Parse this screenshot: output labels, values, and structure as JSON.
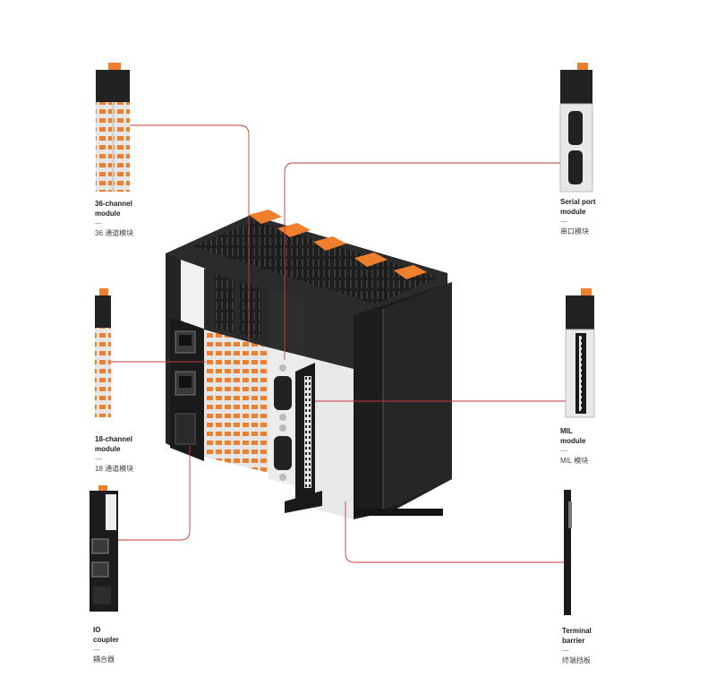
{
  "accent_color": "#c43a3a",
  "modules": [
    {
      "id": "ch36",
      "en": "36-channel\nmodule",
      "dash": "—",
      "zh": "36 通道模块"
    },
    {
      "id": "ch18",
      "en": "18-channel\nmodule",
      "dash": "—",
      "zh": "18 通道模块"
    },
    {
      "id": "io",
      "en": "IO\ncoupler",
      "dash": "—",
      "zh": "耦合器"
    },
    {
      "id": "serial",
      "en": "Serial port\nmodule",
      "dash": "—",
      "zh": "串口模块"
    },
    {
      "id": "mil",
      "en": "MIL\nmodule",
      "dash": "—",
      "zh": "MIL 模块"
    },
    {
      "id": "term",
      "en": "Terminal\nbarrier",
      "dash": "—",
      "zh": "终端挡板"
    }
  ]
}
